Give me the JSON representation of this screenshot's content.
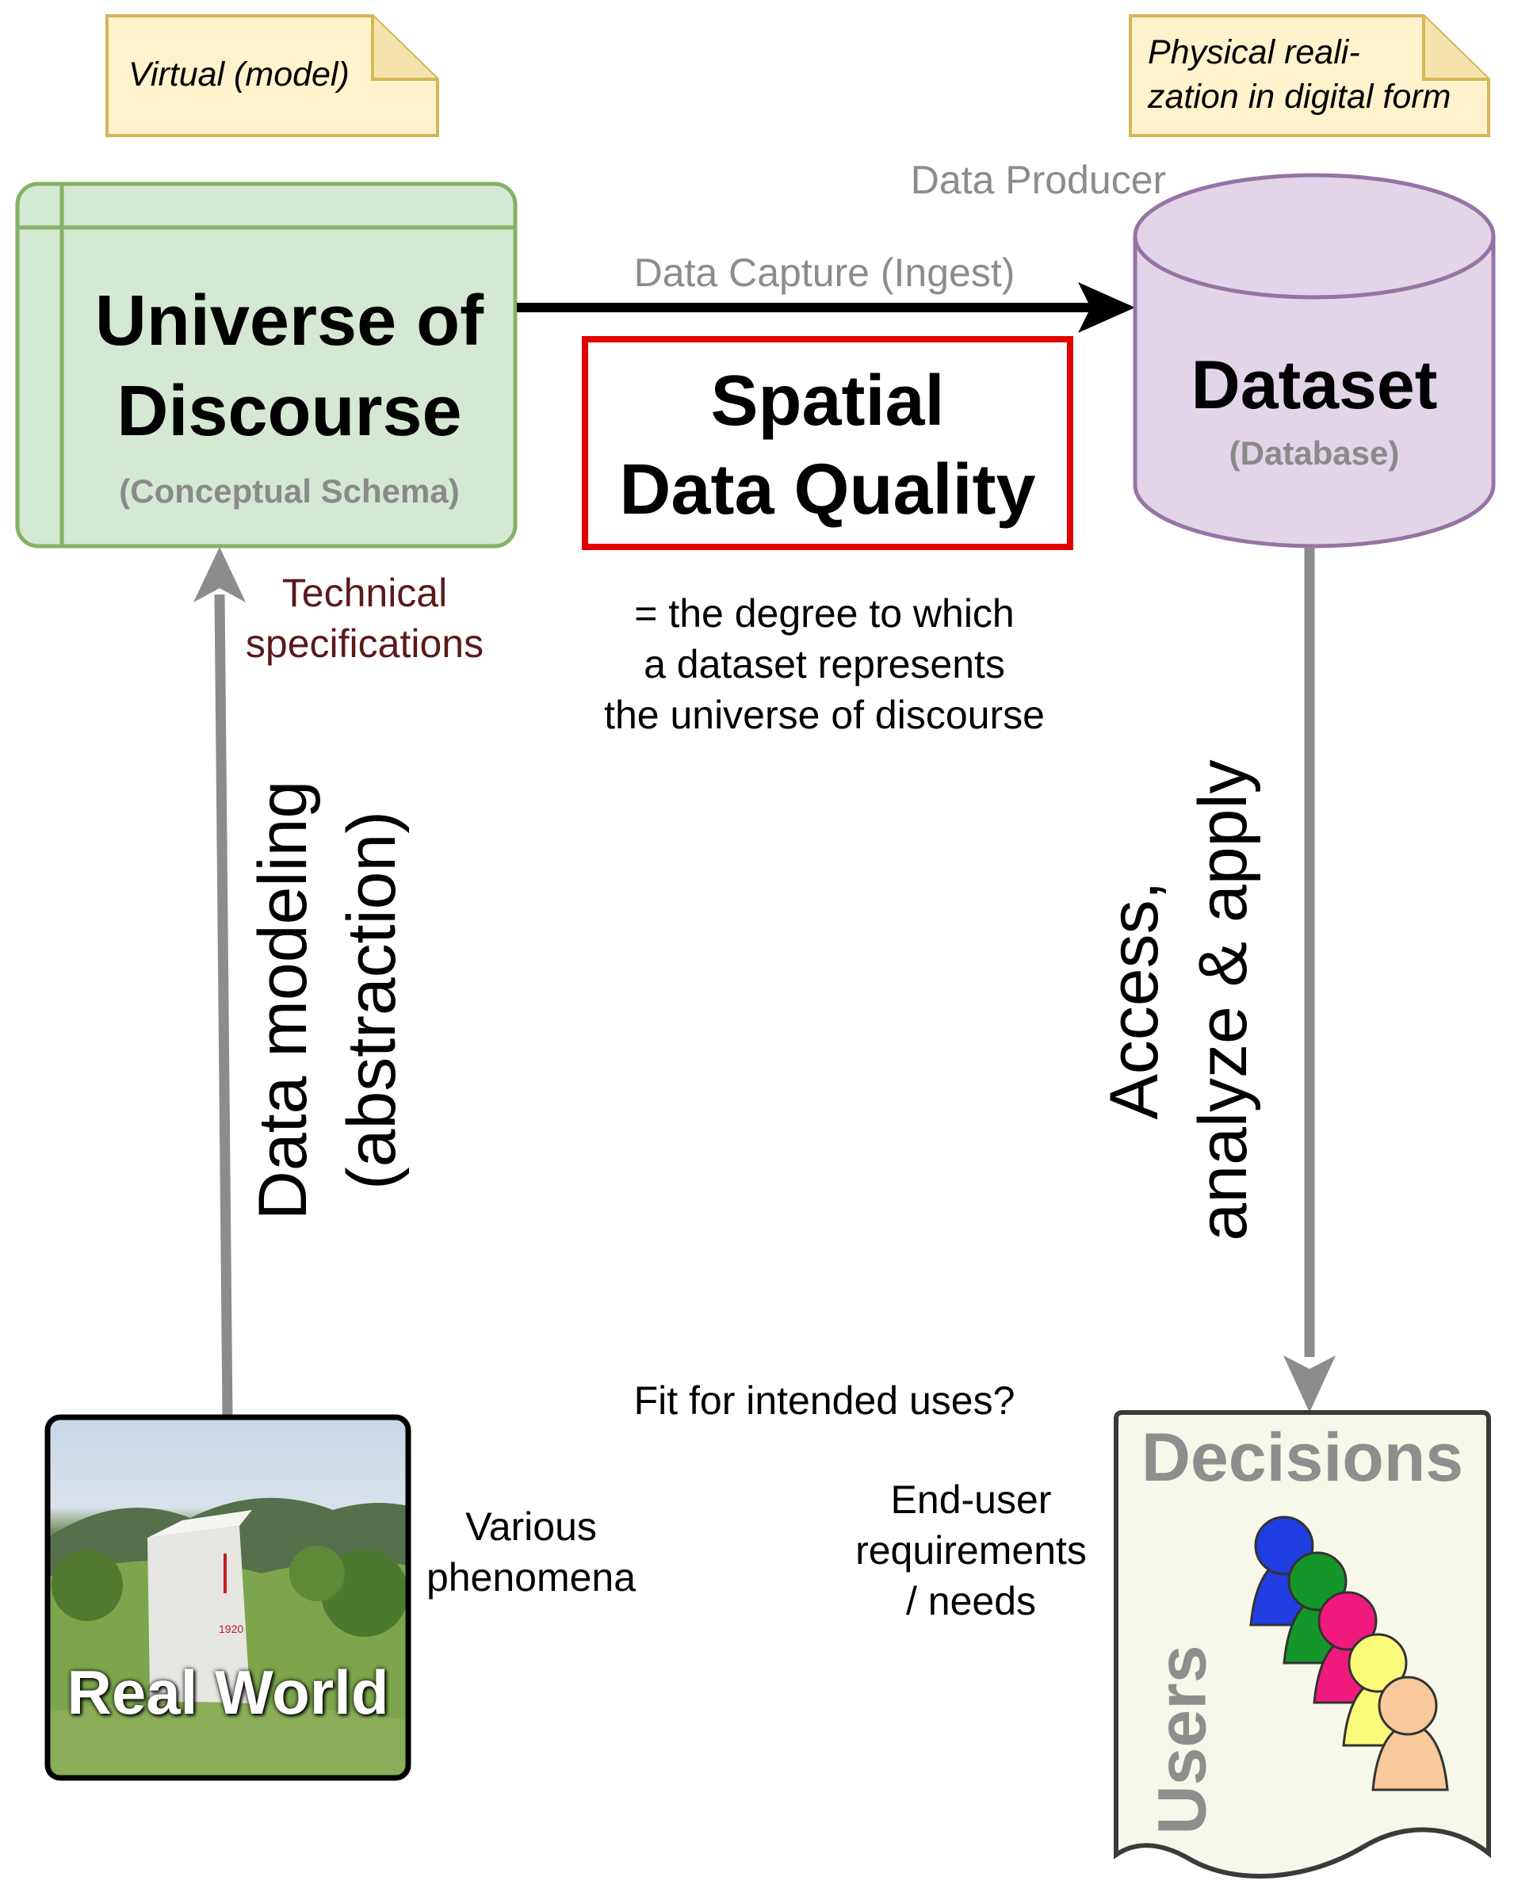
{
  "notes": {
    "virtual": "Virtual (model)",
    "physical_line1": "Physical reali-",
    "physical_line2": "zation in digital form"
  },
  "universe": {
    "title_line1": "Universe of",
    "title_line2": "Discourse",
    "subtitle": "(Conceptual Schema)"
  },
  "dataset": {
    "producer": "Data Producer",
    "title": "Dataset",
    "subtitle": "(Database)"
  },
  "capture": {
    "label": "Data Capture (Ingest)"
  },
  "quality": {
    "title_line1": "Spatial",
    "title_line2": "Data Quality",
    "definition_line1": "= the degree to which",
    "definition_line2": "a dataset represents",
    "definition_line3": "the universe of discourse"
  },
  "technical": {
    "line1": "Technical",
    "line2": "specifications"
  },
  "modeling": {
    "line1": "Data modeling",
    "line2": "(abstraction)"
  },
  "access": {
    "line1": "Access,",
    "line2": "analyze & apply"
  },
  "fit": {
    "label": "Fit for intended uses?"
  },
  "real_world": {
    "label": "Real World",
    "phenomena_line1": "Various",
    "phenomena_line2": "phenomena"
  },
  "end_user": {
    "line1": "End-user",
    "line2": "requirements",
    "line3": "/ needs"
  },
  "decisions": {
    "title": "Decisions",
    "users": "Users"
  },
  "colors": {
    "note_fill": "#fff2cc",
    "note_border": "#d6b656",
    "uod_fill": "#d5e8d4",
    "uod_border": "#82b366",
    "db_fill": "#e1d5e7",
    "db_border": "#9673a6",
    "quality_border": "#e00000",
    "grey_arrow": "#8c8c8c",
    "doc_fill": "#f7f7ea",
    "user_colors": [
      "#1f3de0",
      "#15962a",
      "#f0197d",
      "#fbfb7a",
      "#f8c99a"
    ]
  }
}
